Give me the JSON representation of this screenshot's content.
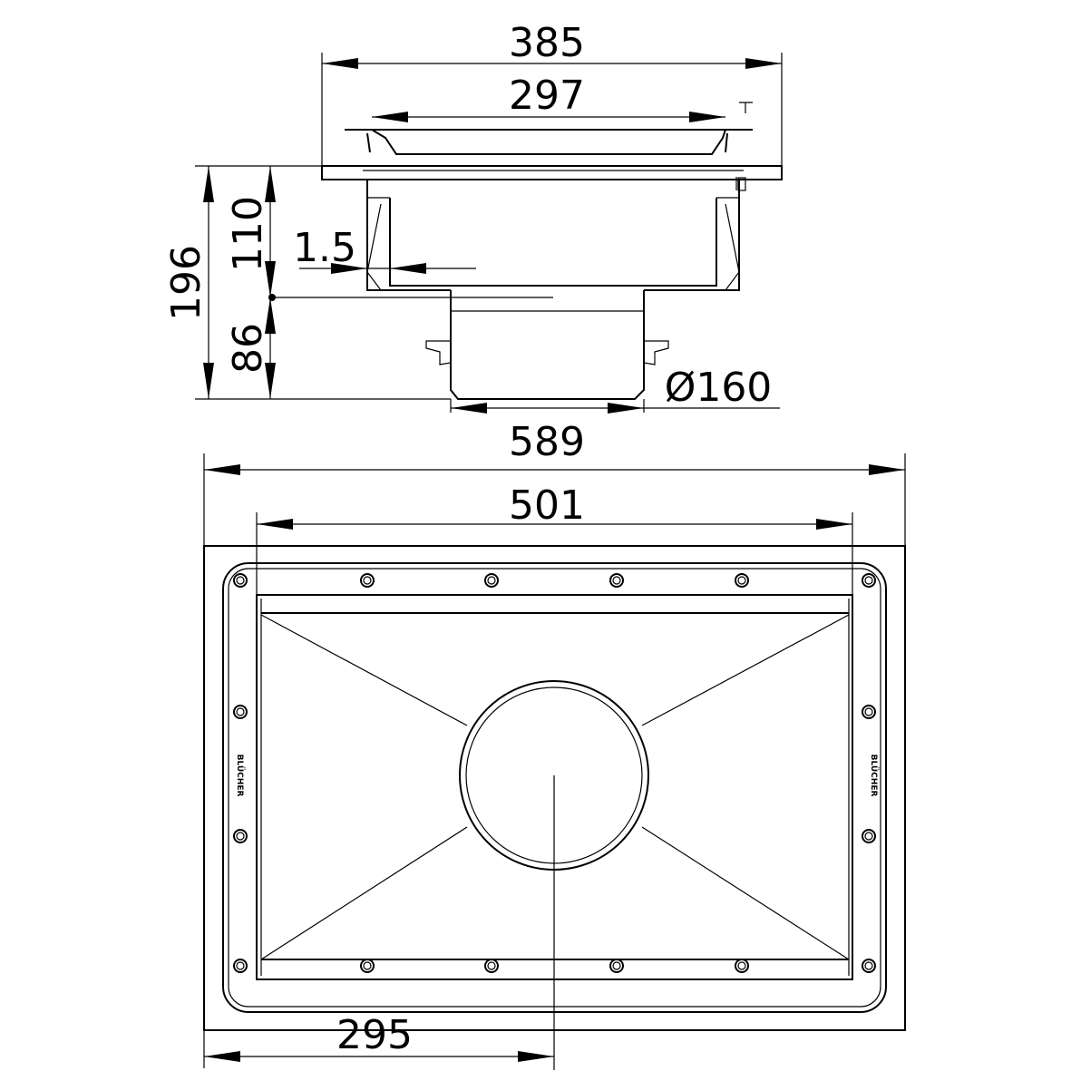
{
  "drawing": {
    "section_view": {
      "dim_overall_width": "385",
      "dim_grate_width": "297",
      "dim_total_height": "196",
      "dim_body_height": "110",
      "dim_outlet_height": "86",
      "dim_wall_thickness": "1.5",
      "dim_outlet_diameter": "Ø160"
    },
    "plan_view": {
      "dim_overall_length": "589",
      "dim_inner_length": "501",
      "dim_outlet_position": "295",
      "logo_text": "BLÜCHER"
    }
  }
}
